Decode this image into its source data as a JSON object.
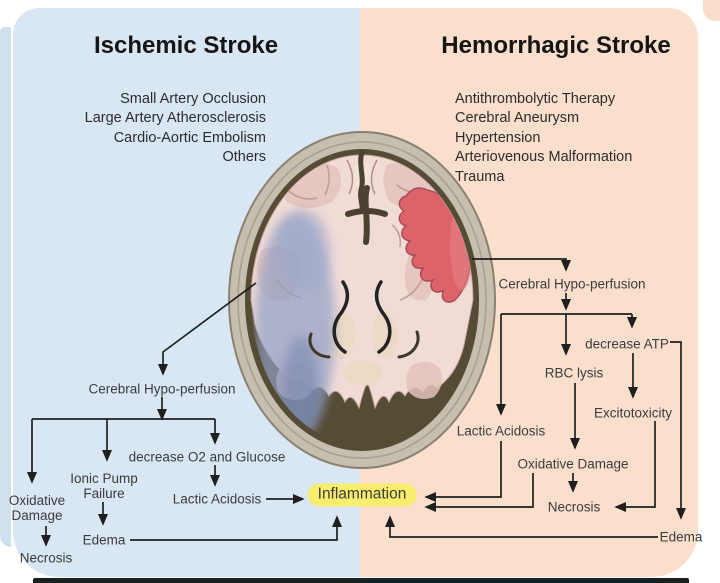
{
  "figure": {
    "panels": {
      "left": {
        "title": "Ischemic Stroke",
        "causes": [
          "Small Artery Occlusion",
          "Large Artery Atherosclerosis",
          "Cardio-Aortic Embolism",
          "Others"
        ]
      },
      "right": {
        "title": "Hemorrhagic Stroke",
        "causes": [
          "Antithrombolytic Therapy",
          "Cerebral Aneurysm",
          "Hypertension",
          "Arteriovenous Malformation",
          "Trauma"
        ]
      }
    },
    "flow": {
      "left": {
        "cerebral_hypo": "Cerebral Hypo-perfusion",
        "oxidative_damage": "Oxidative Damage",
        "ionic_pump_failure": "Ionic Pump Failure",
        "decrease_o2_glucose": "decrease O2 and Glucose",
        "lactic_acidosis": "Lactic Acidosis",
        "edema": "Edema",
        "necrosis": "Necrosis"
      },
      "right": {
        "cerebral_hypo": "Cerebral Hypo-perfusion",
        "lactic_acidosis": "Lactic Acidosis",
        "rbc_lysis": "RBC lysis",
        "decrease_atp": "decrease ATP",
        "excitotoxicity": "Excitotoxicity",
        "oxidative_damage": "Oxidative Damage",
        "necrosis": "Necrosis",
        "edema": "Edema"
      },
      "shared": {
        "inflammation": "Inflammation"
      }
    },
    "colors": {
      "left_panel": "#d9e7f4",
      "right_panel": "#fbdfcd",
      "inflammation_highlight": "#f8ed6d",
      "ischemia_region": "#91a0c4",
      "hemorrhage_region": "#dd636b"
    }
  }
}
